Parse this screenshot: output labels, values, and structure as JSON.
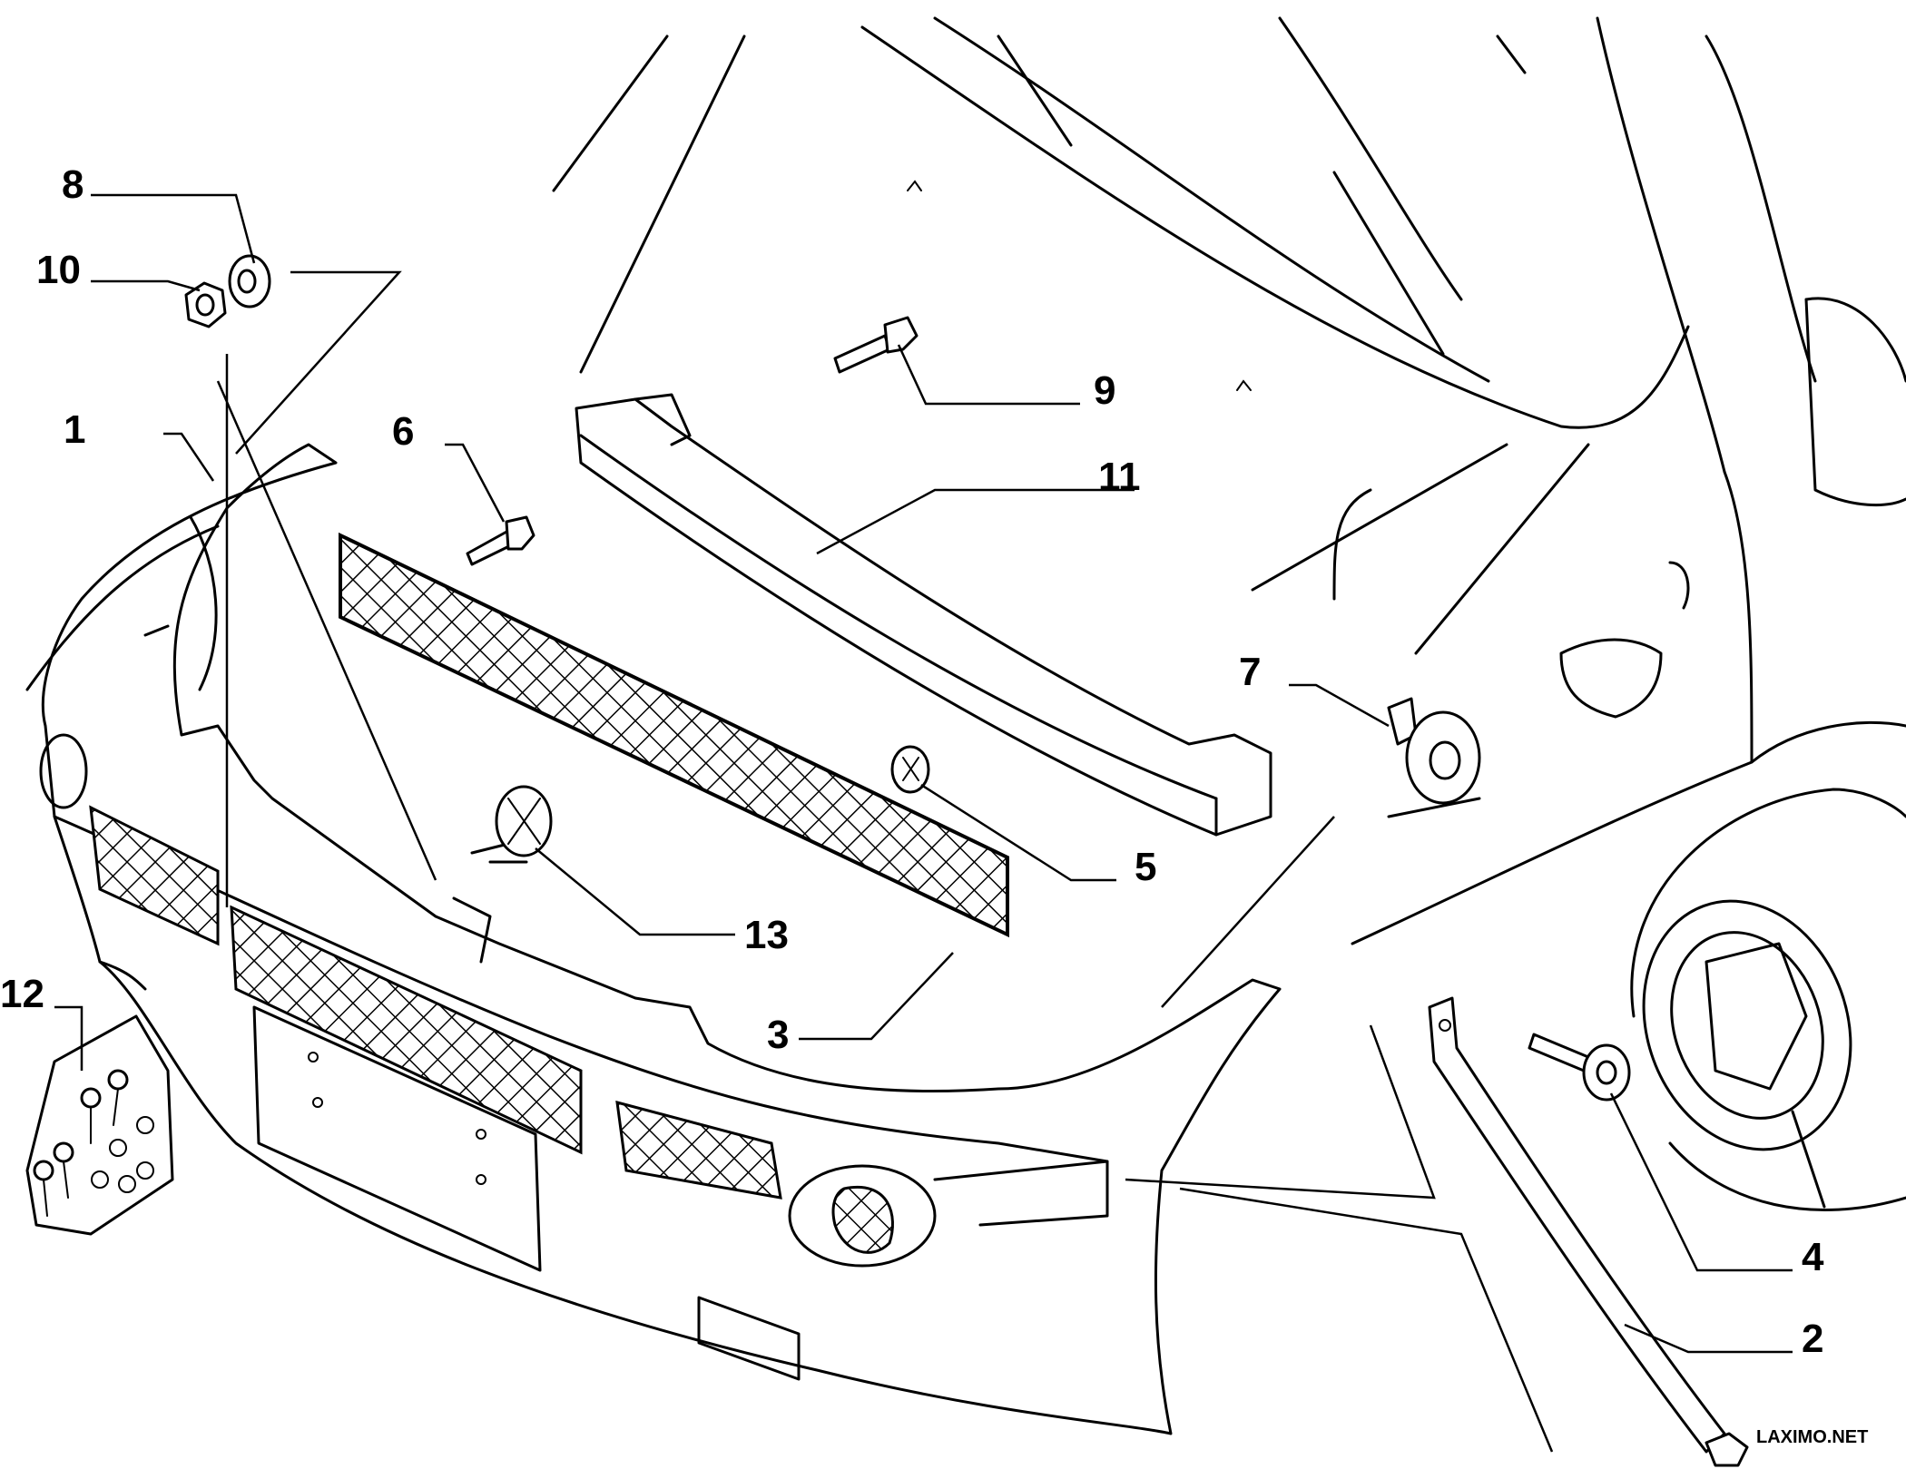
{
  "callouts": {
    "c1": "1",
    "c2": "2",
    "c3": "3",
    "c4": "4",
    "c5": "5",
    "c6": "6",
    "c7": "7",
    "c8": "8",
    "c9": "9",
    "c10": "10",
    "c11": "11",
    "c12": "12",
    "c13": "13"
  },
  "watermark": "LAXIMO.NET"
}
